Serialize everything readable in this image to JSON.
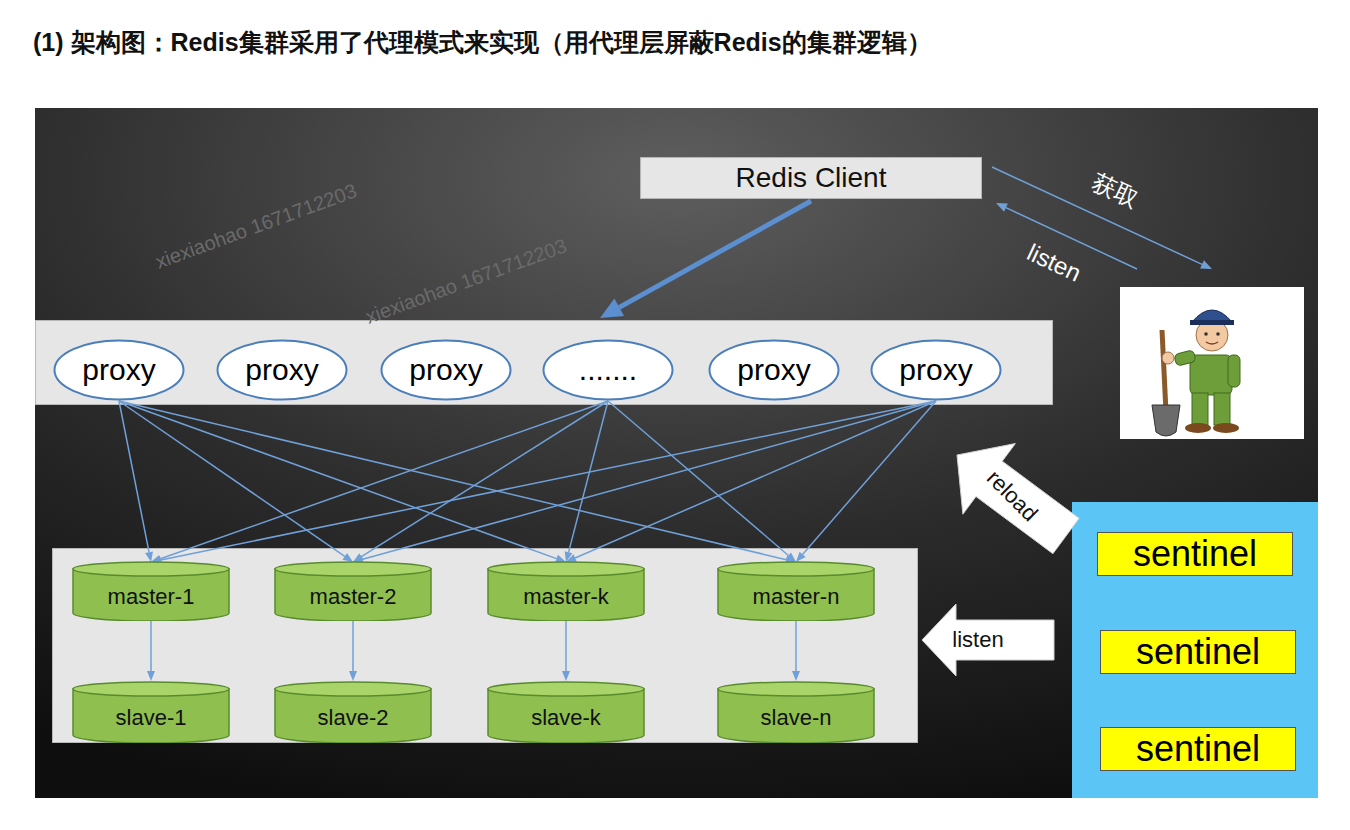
{
  "diagram": {
    "title": "(1) 架构图：Redis集群采用了代理模式来实现（用代理层屏蔽Redis的集群逻辑）",
    "nodes": [
      {
        "text": [
          "Redis Client"
        ]
      },
      {
        "text": []
      },
      {
        "text": [
          "proxy"
        ],
        "in": 1
      },
      {
        "text": [
          "proxy"
        ],
        "in": 1
      },
      {
        "text": [
          "proxy"
        ],
        "in": 1
      },
      {
        "text": [
          "......."
        ],
        "in": 1
      },
      {
        "text": [
          "proxy"
        ],
        "in": 1
      },
      {
        "text": [
          "proxy"
        ],
        "in": 1
      },
      {
        "text": []
      },
      {
        "text": [
          "master-1"
        ],
        "in": 8
      },
      {
        "text": [
          "master-2"
        ],
        "in": 8
      },
      {
        "text": [
          "master-k"
        ],
        "in": 8
      },
      {
        "text": [
          "master-n"
        ],
        "in": 8
      },
      {
        "text": [
          "slave-1"
        ],
        "in": 8
      },
      {
        "text": [
          "slave-2"
        ],
        "in": 8
      },
      {
        "text": [
          "slave-k"
        ],
        "in": 8
      },
      {
        "text": [
          "slave-n"
        ],
        "in": 8
      },
      {
        "text": []
      },
      {
        "text": []
      },
      {
        "text": [
          "sentinel"
        ],
        "in": 18
      },
      {
        "text": [
          "sentinel"
        ],
        "in": 18
      },
      {
        "text": [
          "sentinel"
        ],
        "in": 18
      }
    ],
    "edges": [
      {
        "from": 0,
        "to": 1,
        "arrow": "to"
      },
      {
        "from": 2,
        "to": 9,
        "arrow": "to"
      },
      {
        "from": 2,
        "to": 10,
        "arrow": "to"
      },
      {
        "from": 2,
        "to": 11,
        "arrow": "to"
      },
      {
        "from": 2,
        "to": 12,
        "arrow": "to"
      },
      {
        "from": 5,
        "to": 9,
        "arrow": "to"
      },
      {
        "from": 5,
        "to": 10,
        "arrow": "to"
      },
      {
        "from": 5,
        "to": 11,
        "arrow": "to"
      },
      {
        "from": 5,
        "to": 12,
        "arrow": "to"
      },
      {
        "from": 7,
        "to": 9,
        "arrow": "to"
      },
      {
        "from": 7,
        "to": 10,
        "arrow": "to"
      },
      {
        "from": 7,
        "to": 11,
        "arrow": "to"
      },
      {
        "from": 7,
        "to": 12,
        "arrow": "to"
      },
      {
        "from": 9,
        "to": 13,
        "arrow": "to"
      },
      {
        "from": 10,
        "to": 14,
        "arrow": "to"
      },
      {
        "from": 11,
        "to": 15,
        "arrow": "to"
      },
      {
        "from": 12,
        "to": 16,
        "arrow": "to"
      },
      {
        "from": 0,
        "to": 17,
        "label": "获取",
        "arrow": "to"
      },
      {
        "from": 17,
        "to": 0,
        "label": "listen",
        "arrow": "to"
      },
      {
        "from": 18,
        "to": 1,
        "label": "reload",
        "arrow": "to"
      },
      {
        "from": 18,
        "to": 8,
        "label": "listen",
        "arrow": "to"
      }
    ],
    "labels": [
      "xiexiaohao 1671712203",
      "xiexiaohao 1671712203"
    ]
  }
}
